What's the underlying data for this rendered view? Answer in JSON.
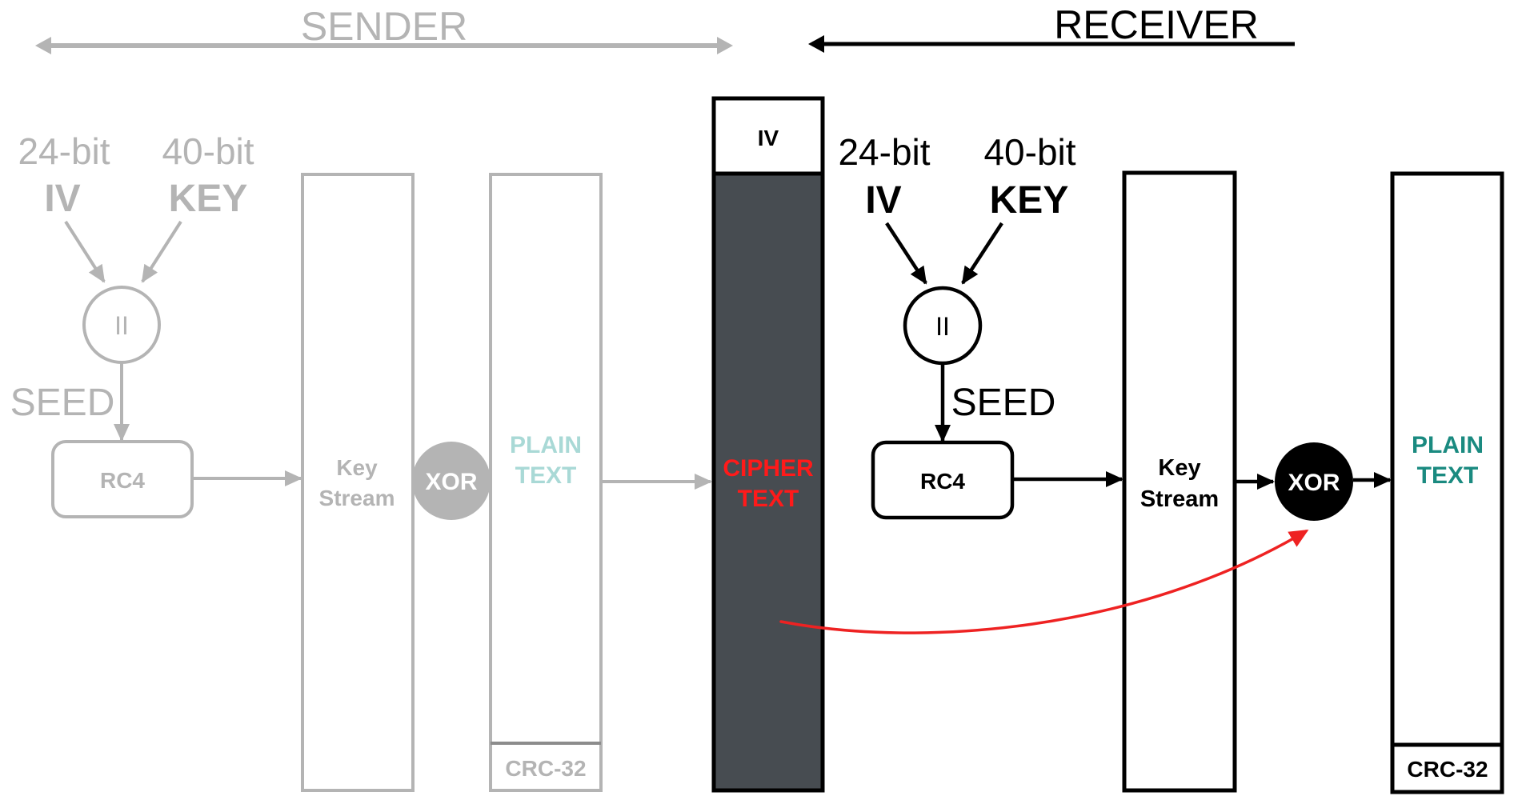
{
  "diagram": {
    "title_sender": "SENDER",
    "title_receiver": "RECEIVER",
    "colors": {
      "faded": "#b4b4b4",
      "active": "#000000",
      "cipher_fill": "#474c51",
      "cipher_text": "#ff1a1a",
      "plain_faded": "#a9d9d6",
      "plain_active": "#1a8a80",
      "red_arrow": "#ee2222"
    },
    "sender": {
      "iv_bits": "24-bit",
      "iv_label": "IV",
      "key_bits": "40-bit",
      "key_label": "KEY",
      "concat_symbol": "II",
      "seed_label": "SEED",
      "rc4_label": "RC4",
      "keystream_line1": "Key",
      "keystream_line2": "Stream",
      "xor_label": "XOR",
      "plain_line1": "PLAIN",
      "plain_line2": "TEXT",
      "crc_label": "CRC-32"
    },
    "packet": {
      "iv_label": "IV",
      "cipher_line1": "CIPHER",
      "cipher_line2": "TEXT"
    },
    "receiver": {
      "iv_bits": "24-bit",
      "iv_label": "IV",
      "key_bits": "40-bit",
      "key_label": "KEY",
      "concat_symbol": "II",
      "seed_label": "SEED",
      "rc4_label": "RC4",
      "keystream_line1": "Key",
      "keystream_line2": "Stream",
      "xor_label": "XOR",
      "plain_line1": "PLAIN",
      "plain_line2": "TEXT",
      "crc_label": "CRC-32"
    }
  }
}
